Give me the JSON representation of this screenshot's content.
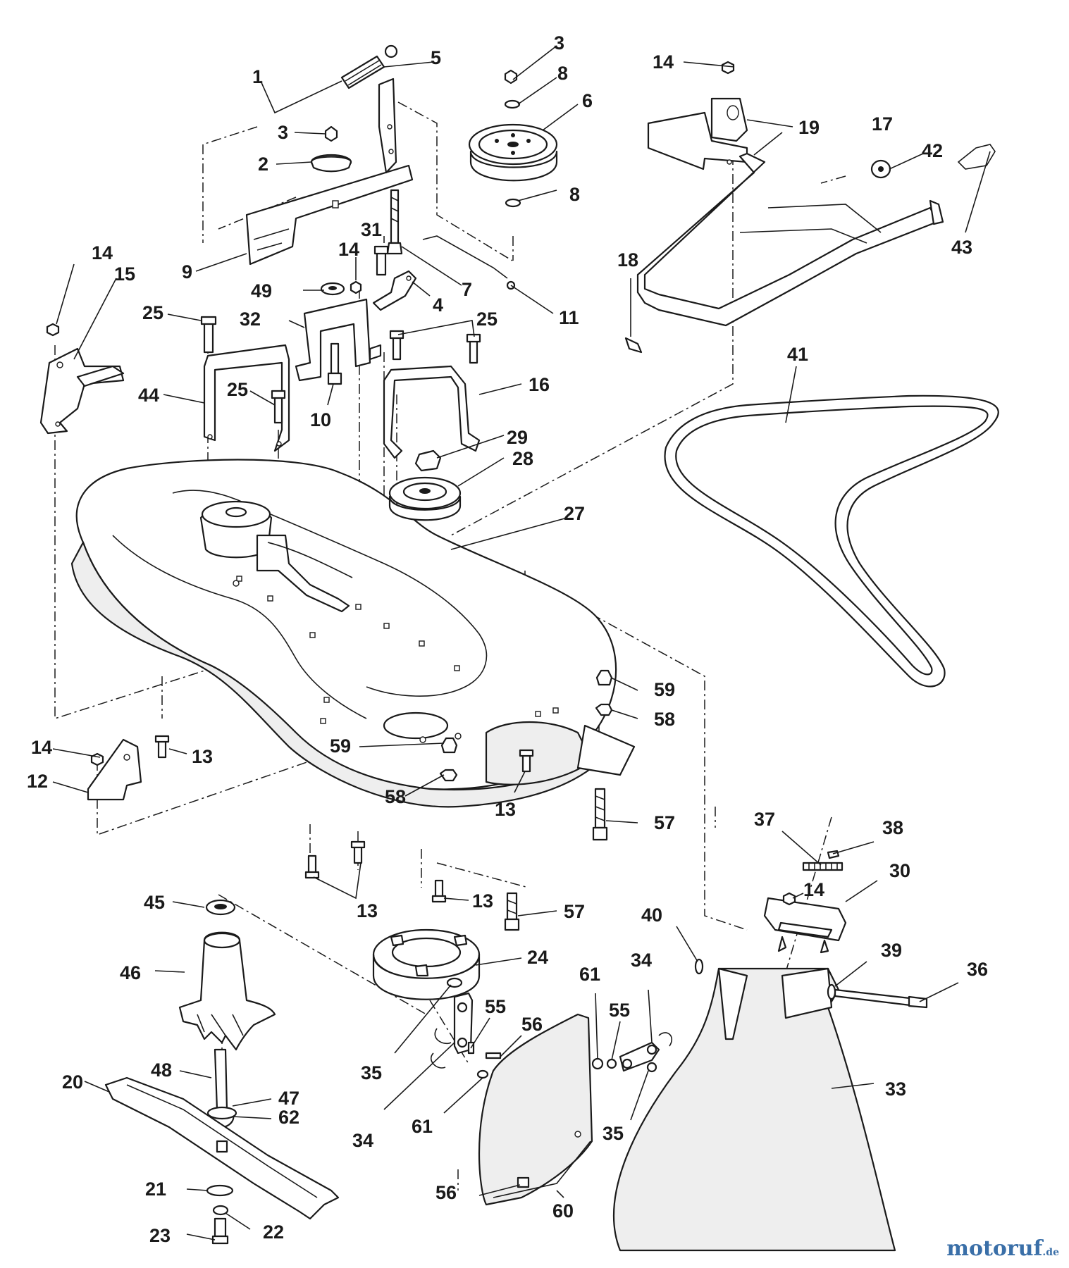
{
  "watermark": {
    "brand": "motoruf",
    "tld": ".de"
  },
  "callouts": [
    "1",
    "2",
    "3",
    "4",
    "5",
    "6",
    "7",
    "8",
    "9",
    "10",
    "11",
    "12",
    "13",
    "14",
    "15",
    "16",
    "17",
    "18",
    "19",
    "20",
    "21",
    "22",
    "23",
    "24",
    "25",
    "27",
    "28",
    "29",
    "30",
    "31",
    "32",
    "33",
    "34",
    "35",
    "36",
    "37",
    "38",
    "39",
    "40",
    "41",
    "42",
    "43",
    "44",
    "45",
    "46",
    "47",
    "48",
    "49",
    "55",
    "56",
    "57",
    "58",
    "59",
    "60",
    "61",
    "62"
  ]
}
